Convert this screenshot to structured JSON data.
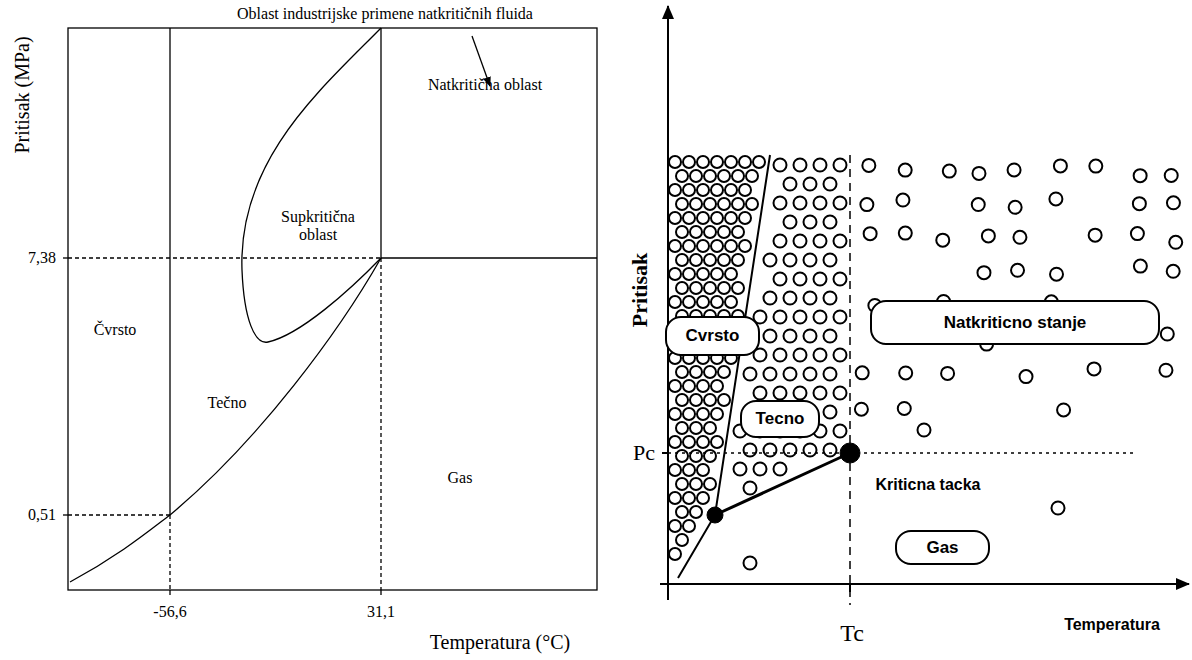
{
  "diagram": {
    "nodes": [
      {
        "text": [
          "Cvrsto"
        ]
      },
      {
        "text": [
          "Tecno"
        ]
      },
      {
        "text": [
          "Natkriticno stanje"
        ]
      },
      {
        "text": [
          "Gas"
        ]
      }
    ],
    "labels": [
      "Oblast industrijske primene natkritičnih fluida",
      "Pritisak (MPa)",
      "Natkritična oblast",
      "Supkritična oblast",
      "7,38",
      "Čvrsto",
      "Tečno",
      "Gas",
      "0,51",
      "-56,6",
      "31,1",
      "Temperatura (°C)",
      "Pritisak",
      "Pc",
      "Kriticna tacka",
      "Tc",
      "Temperatura"
    ]
  }
}
